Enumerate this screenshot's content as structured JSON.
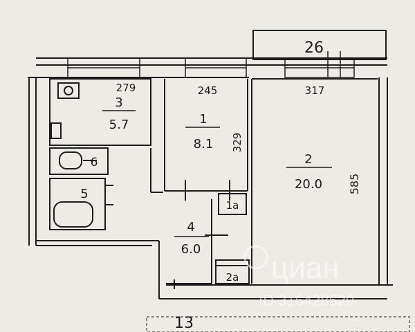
{
  "rooms": [
    {
      "id": "1",
      "number": "1",
      "area": "8.1"
    },
    {
      "id": "2",
      "number": "2",
      "area": "20.0"
    },
    {
      "id": "3",
      "number": "3",
      "area": "5.7"
    },
    {
      "id": "4",
      "number": "4",
      "area": "6.0"
    },
    {
      "id": "5",
      "number": "5"
    },
    {
      "id": "6",
      "number": "6"
    },
    {
      "id": "1a",
      "number": "1а"
    },
    {
      "id": "2a",
      "number": "2а"
    },
    {
      "id": "26",
      "number": "26"
    },
    {
      "id": "13",
      "number": "13"
    }
  ],
  "dimensions": {
    "room3_width": "279",
    "room1_width": "245",
    "room2_width": "317",
    "room1_depth": "329",
    "room2_depth": "585"
  },
  "watermark": {
    "brand": "циан",
    "id": "ID 316428520"
  },
  "colors": {
    "paper": "#ecebe6",
    "ink": "#1c1c1c",
    "watermark": "#ffffff"
  }
}
